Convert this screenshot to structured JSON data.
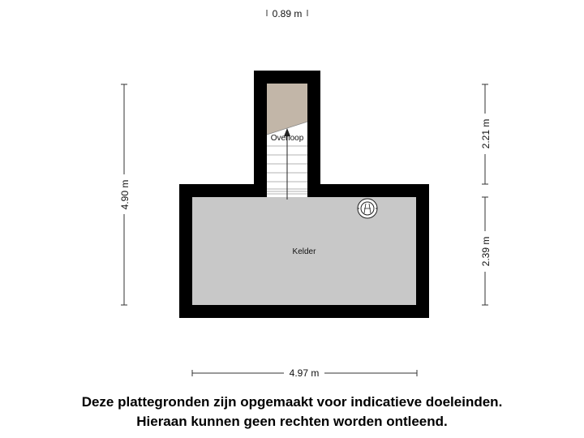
{
  "dimensions": {
    "top_width": "0.89 m",
    "total_height": "4.90 m",
    "upper_height": "2.21 m",
    "lower_height": "2.39 m",
    "bottom_width": "4.97 m"
  },
  "rooms": {
    "overloop": "Overloop",
    "kelder": "Kelder"
  },
  "disclaimer": {
    "line1": "Deze plattegronden zijn opgemaakt voor indicatieve doeleinden.",
    "line2": "Hieraan kunnen geen rechten worden ontleend."
  },
  "colors": {
    "wall": "#000000",
    "floor": "#c8c8c8",
    "stair_landing": "#c2b6a8",
    "stairs": "#ffffff",
    "dimension_line": "#333333"
  }
}
